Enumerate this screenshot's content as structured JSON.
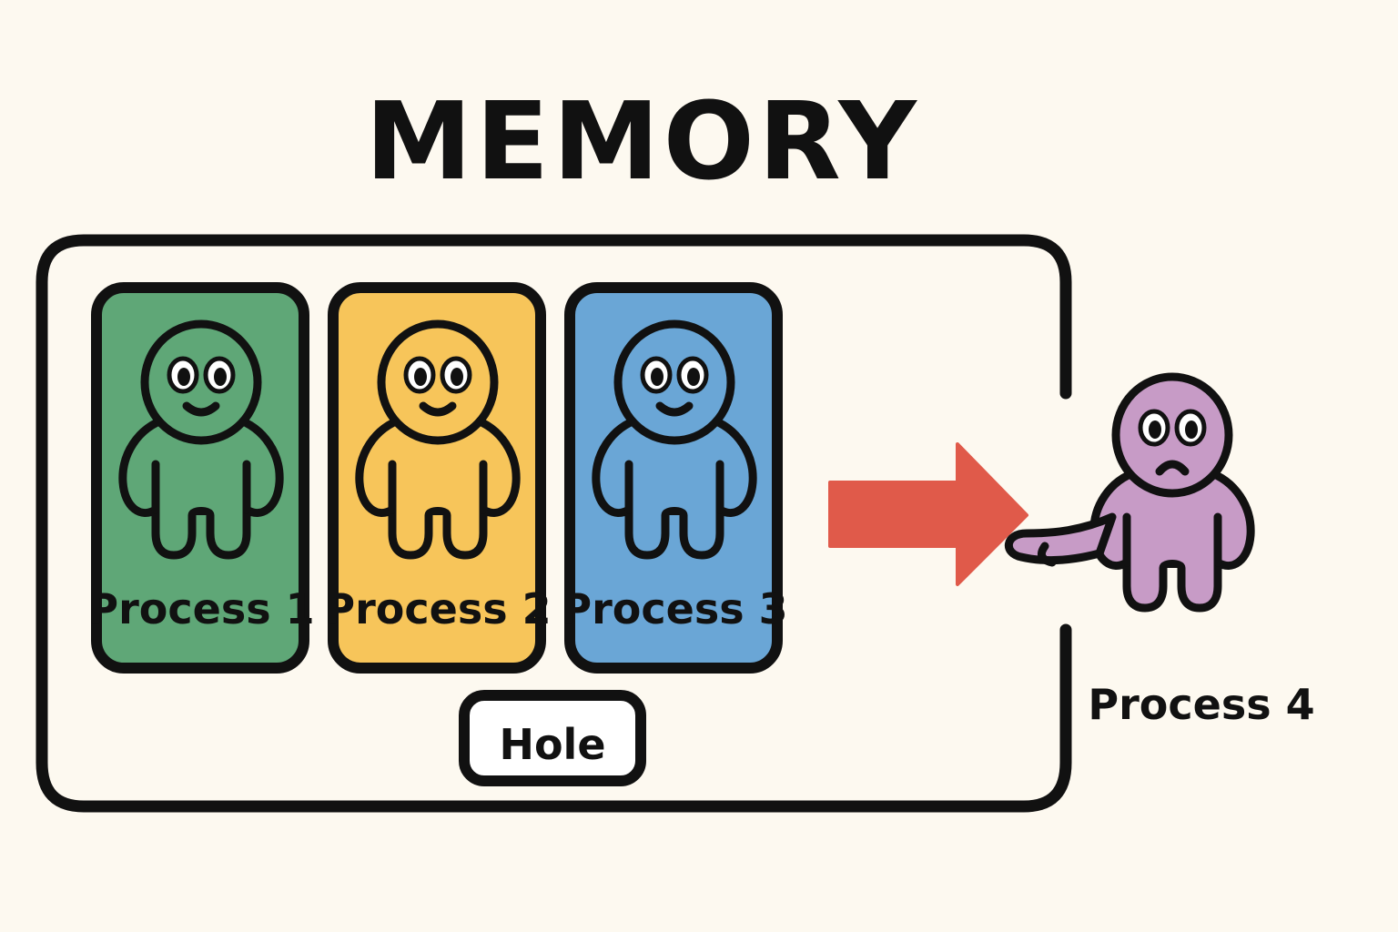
{
  "title": "MEMORY",
  "processes": [
    {
      "label": "Process 1",
      "color": "#5fa777",
      "mood": "happy",
      "state": "in-memory"
    },
    {
      "label": "Process 2",
      "color": "#f7c55a",
      "mood": "happy",
      "state": "in-memory"
    },
    {
      "label": "Process 3",
      "color": "#6aa6d6",
      "mood": "happy",
      "state": "in-memory"
    },
    {
      "label": "Process 4",
      "color": "#c79bc6",
      "mood": "sad",
      "state": "waiting-outside"
    }
  ],
  "hole_label": "Hole",
  "colors": {
    "background": "#fdf9f0",
    "outline": "#111111",
    "arrow": "#e05a4a",
    "eye": "#ffffff"
  },
  "icons": {
    "arrow": "right-arrow-icon",
    "character": "blob-person-icon"
  }
}
